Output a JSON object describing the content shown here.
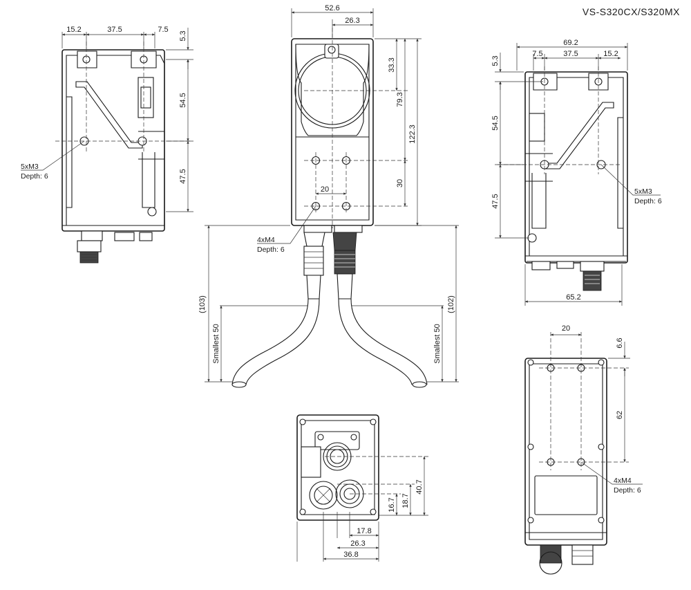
{
  "title": "VS-S320CX/S320MX",
  "left_view": {
    "dims": {
      "a": "15.2",
      "b": "37.5",
      "c": "7.5",
      "d": "5.3",
      "e": "54.5",
      "f": "47.5"
    },
    "note": {
      "line1": "5xM3",
      "line2": "Depth: 6"
    }
  },
  "front_view": {
    "dims": {
      "width": "52.6",
      "half": "26.3",
      "lens": "33.3",
      "h1": "79.3",
      "h2": "122.3",
      "h3": "30",
      "hole": "20"
    },
    "note": {
      "line1": "4xM4",
      "line2": "Depth: 6"
    },
    "cable": {
      "left_len": "(103)",
      "right_len": "(102)",
      "bend_left": "Smallest 50",
      "bend_right": "Smallest 50"
    }
  },
  "right_view": {
    "dims": {
      "a": "69.2",
      "b": "7.5",
      "c": "37.5",
      "d": "15.2",
      "e": "5.3",
      "f": "54.5",
      "g": "47.5",
      "h": "65.2"
    },
    "note": {
      "line1": "5xM3",
      "line2": "Depth: 6"
    }
  },
  "bottom_view": {
    "dims": {
      "a": "40.7",
      "b": "16.7",
      "c": "18.7",
      "d": "17.8",
      "e": "26.3",
      "f": "36.8"
    }
  },
  "back_view": {
    "dims": {
      "a": "20",
      "b": "6.6",
      "c": "62"
    },
    "note": {
      "line1": "4xM4",
      "line2": "Depth: 6"
    }
  }
}
